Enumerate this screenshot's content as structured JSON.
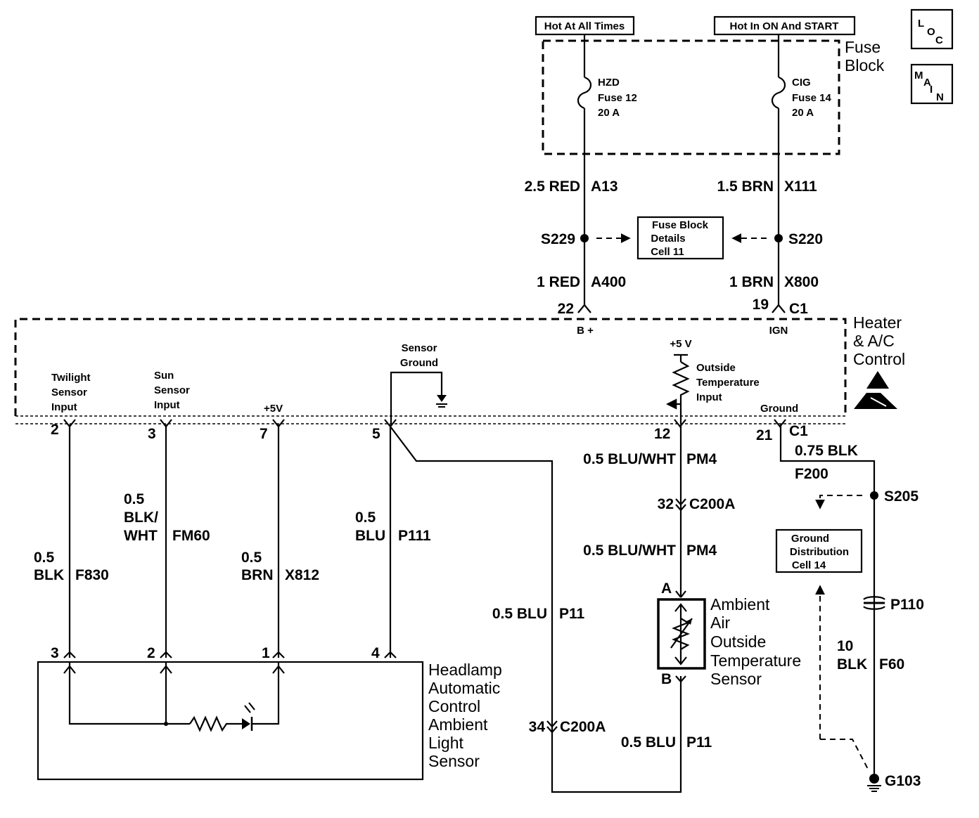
{
  "power": {
    "hot_at_all_times": "Hot At All Times",
    "hot_in_on_and_start": "Hot In ON And START"
  },
  "fuse_block": {
    "label_line1": "Fuse",
    "label_line2": "Block",
    "fuse1": {
      "name": "HZD",
      "number": "Fuse 12",
      "rating": "20 A"
    },
    "fuse2": {
      "name": "CIG",
      "number": "Fuse 14",
      "rating": "20 A"
    }
  },
  "badges": {
    "loc": [
      "L",
      "O",
      "C"
    ],
    "main": [
      "M",
      "A",
      "I",
      "N"
    ]
  },
  "upper_wires": {
    "left_top": {
      "gauge": "2.5 RED",
      "circuit": "A13"
    },
    "right_top": {
      "gauge": "1.5 BRN",
      "circuit": "X111"
    },
    "left_splice": "S229",
    "right_splice": "S220",
    "details_box": [
      "Fuse Block",
      "Details",
      "Cell 11"
    ],
    "left_bottom": {
      "gauge": "1 RED",
      "circuit": "A400"
    },
    "right_bottom": {
      "gauge": "1 BRN",
      "circuit": "X800"
    },
    "pin_left": "22",
    "pin_right": "19",
    "connector": "C1",
    "bplus": "B +",
    "ign": "IGN"
  },
  "hvac_control": {
    "label": [
      "Heater",
      "& A/C",
      "Control"
    ],
    "twilight": [
      "Twilight",
      "Sensor",
      "Input"
    ],
    "sun": [
      "Sun",
      "Sensor",
      "Input"
    ],
    "plus5v": "+5V",
    "sensor_ground": [
      "Sensor",
      "Ground"
    ],
    "outside_5v": "+5 V",
    "outside_temp": [
      "Outside",
      "Temperature",
      "Input"
    ],
    "ground": "Ground",
    "pins": {
      "p2": "2",
      "p3": "3",
      "p7": "7",
      "p5": "5",
      "p12": "12",
      "p21": "21",
      "c1": "C1"
    }
  },
  "lower_wires": {
    "f830": {
      "gauge1": "0.5",
      "gauge2": "BLK",
      "circuit": "F830"
    },
    "fm60": {
      "gauge1": "0.5",
      "gauge2": "BLK/",
      "gauge3": "WHT",
      "circuit": "FM60"
    },
    "x812": {
      "gauge1": "0.5",
      "gauge2": "BRN",
      "circuit": "X812"
    },
    "p111": {
      "gauge1": "0.5",
      "gauge2": "BLU",
      "circuit": "P111"
    },
    "p11_left": {
      "gauge": "0.5 BLU",
      "circuit": "P11"
    },
    "pm4_top": {
      "gauge": "0.5 BLU/WHT",
      "circuit": "PM4"
    },
    "c200a_top": {
      "pin": "32",
      "conn": "C200A"
    },
    "pm4_bottom": {
      "gauge": "0.5 BLU/WHT",
      "circuit": "PM4"
    },
    "c200a_bottom": {
      "pin": "34",
      "conn": "C200A"
    },
    "p11_right": {
      "gauge": "0.5 BLU",
      "circuit": "P11"
    },
    "blk_075": {
      "gauge": "0.75 BLK",
      "circuit": "F200"
    },
    "s205": "S205",
    "ground_box": [
      "Ground",
      "Distribution",
      "Cell 14"
    ],
    "p110": "P110",
    "f60": {
      "gauge1": "10",
      "gauge2": "BLK",
      "circuit": "F60"
    },
    "g103": "G103"
  },
  "ambient_sensor": {
    "pin_a": "A",
    "pin_b": "B",
    "label": [
      "Ambient",
      "Air",
      "Outside",
      "Temperature",
      "Sensor"
    ]
  },
  "headlamp_sensor": {
    "pins": {
      "p3": "3",
      "p2": "2",
      "p1": "1",
      "p4": "4"
    },
    "label": [
      "Headlamp",
      "Automatic",
      "Control",
      "Ambient",
      "Light",
      "Sensor"
    ]
  }
}
